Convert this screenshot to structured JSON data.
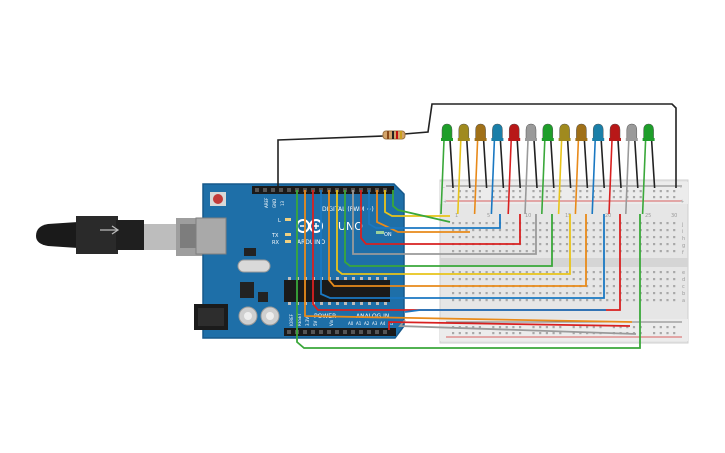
{
  "board": {
    "brand": "ARDUINO",
    "model": "UNO",
    "digital_label": "DIGITAL (PWM ~)",
    "power_label": "POWER",
    "analog_label": "ANALOG IN",
    "on_label": "ON",
    "l_label": "L",
    "tx_label": "TX",
    "rx_label": "RX",
    "aref_label": "AREF",
    "gnd_label": "GND",
    "ioref_label": "IOREF",
    "reset_label": "RESET",
    "v33_label": "3.3V",
    "v5_label": "5V",
    "vin_label": "Vin",
    "pin13": "13",
    "analog_pins": [
      "A0",
      "A1",
      "A2",
      "A3",
      "A4",
      "A5"
    ]
  },
  "breadboard": {
    "columns": [
      "1",
      "5",
      "10",
      "15",
      "20",
      "25",
      "30"
    ],
    "rows_top": [
      "a",
      "b",
      "c",
      "d",
      "e"
    ],
    "rows_bottom": [
      "f",
      "g",
      "h",
      "i",
      "j"
    ],
    "rail_minus": "-",
    "rail_plus": "+"
  },
  "leds": {
    "colors": [
      "#1e9e2a",
      "#a08a1e",
      "#a07018",
      "#1a7fa8",
      "#b81818",
      "#9a9a9a",
      "#1e9e2a",
      "#a08a1e",
      "#a07018",
      "#1a7fa8",
      "#b81818",
      "#9a9a9a",
      "#1e9e2a"
    ]
  },
  "wires": {
    "colors": {
      "green": "#3aa83a",
      "yellow": "#e8c41a",
      "orange": "#e88a1a",
      "blue": "#1a78c2",
      "red": "#d82020",
      "gray": "#9a9a9a",
      "black": "#222222"
    }
  }
}
